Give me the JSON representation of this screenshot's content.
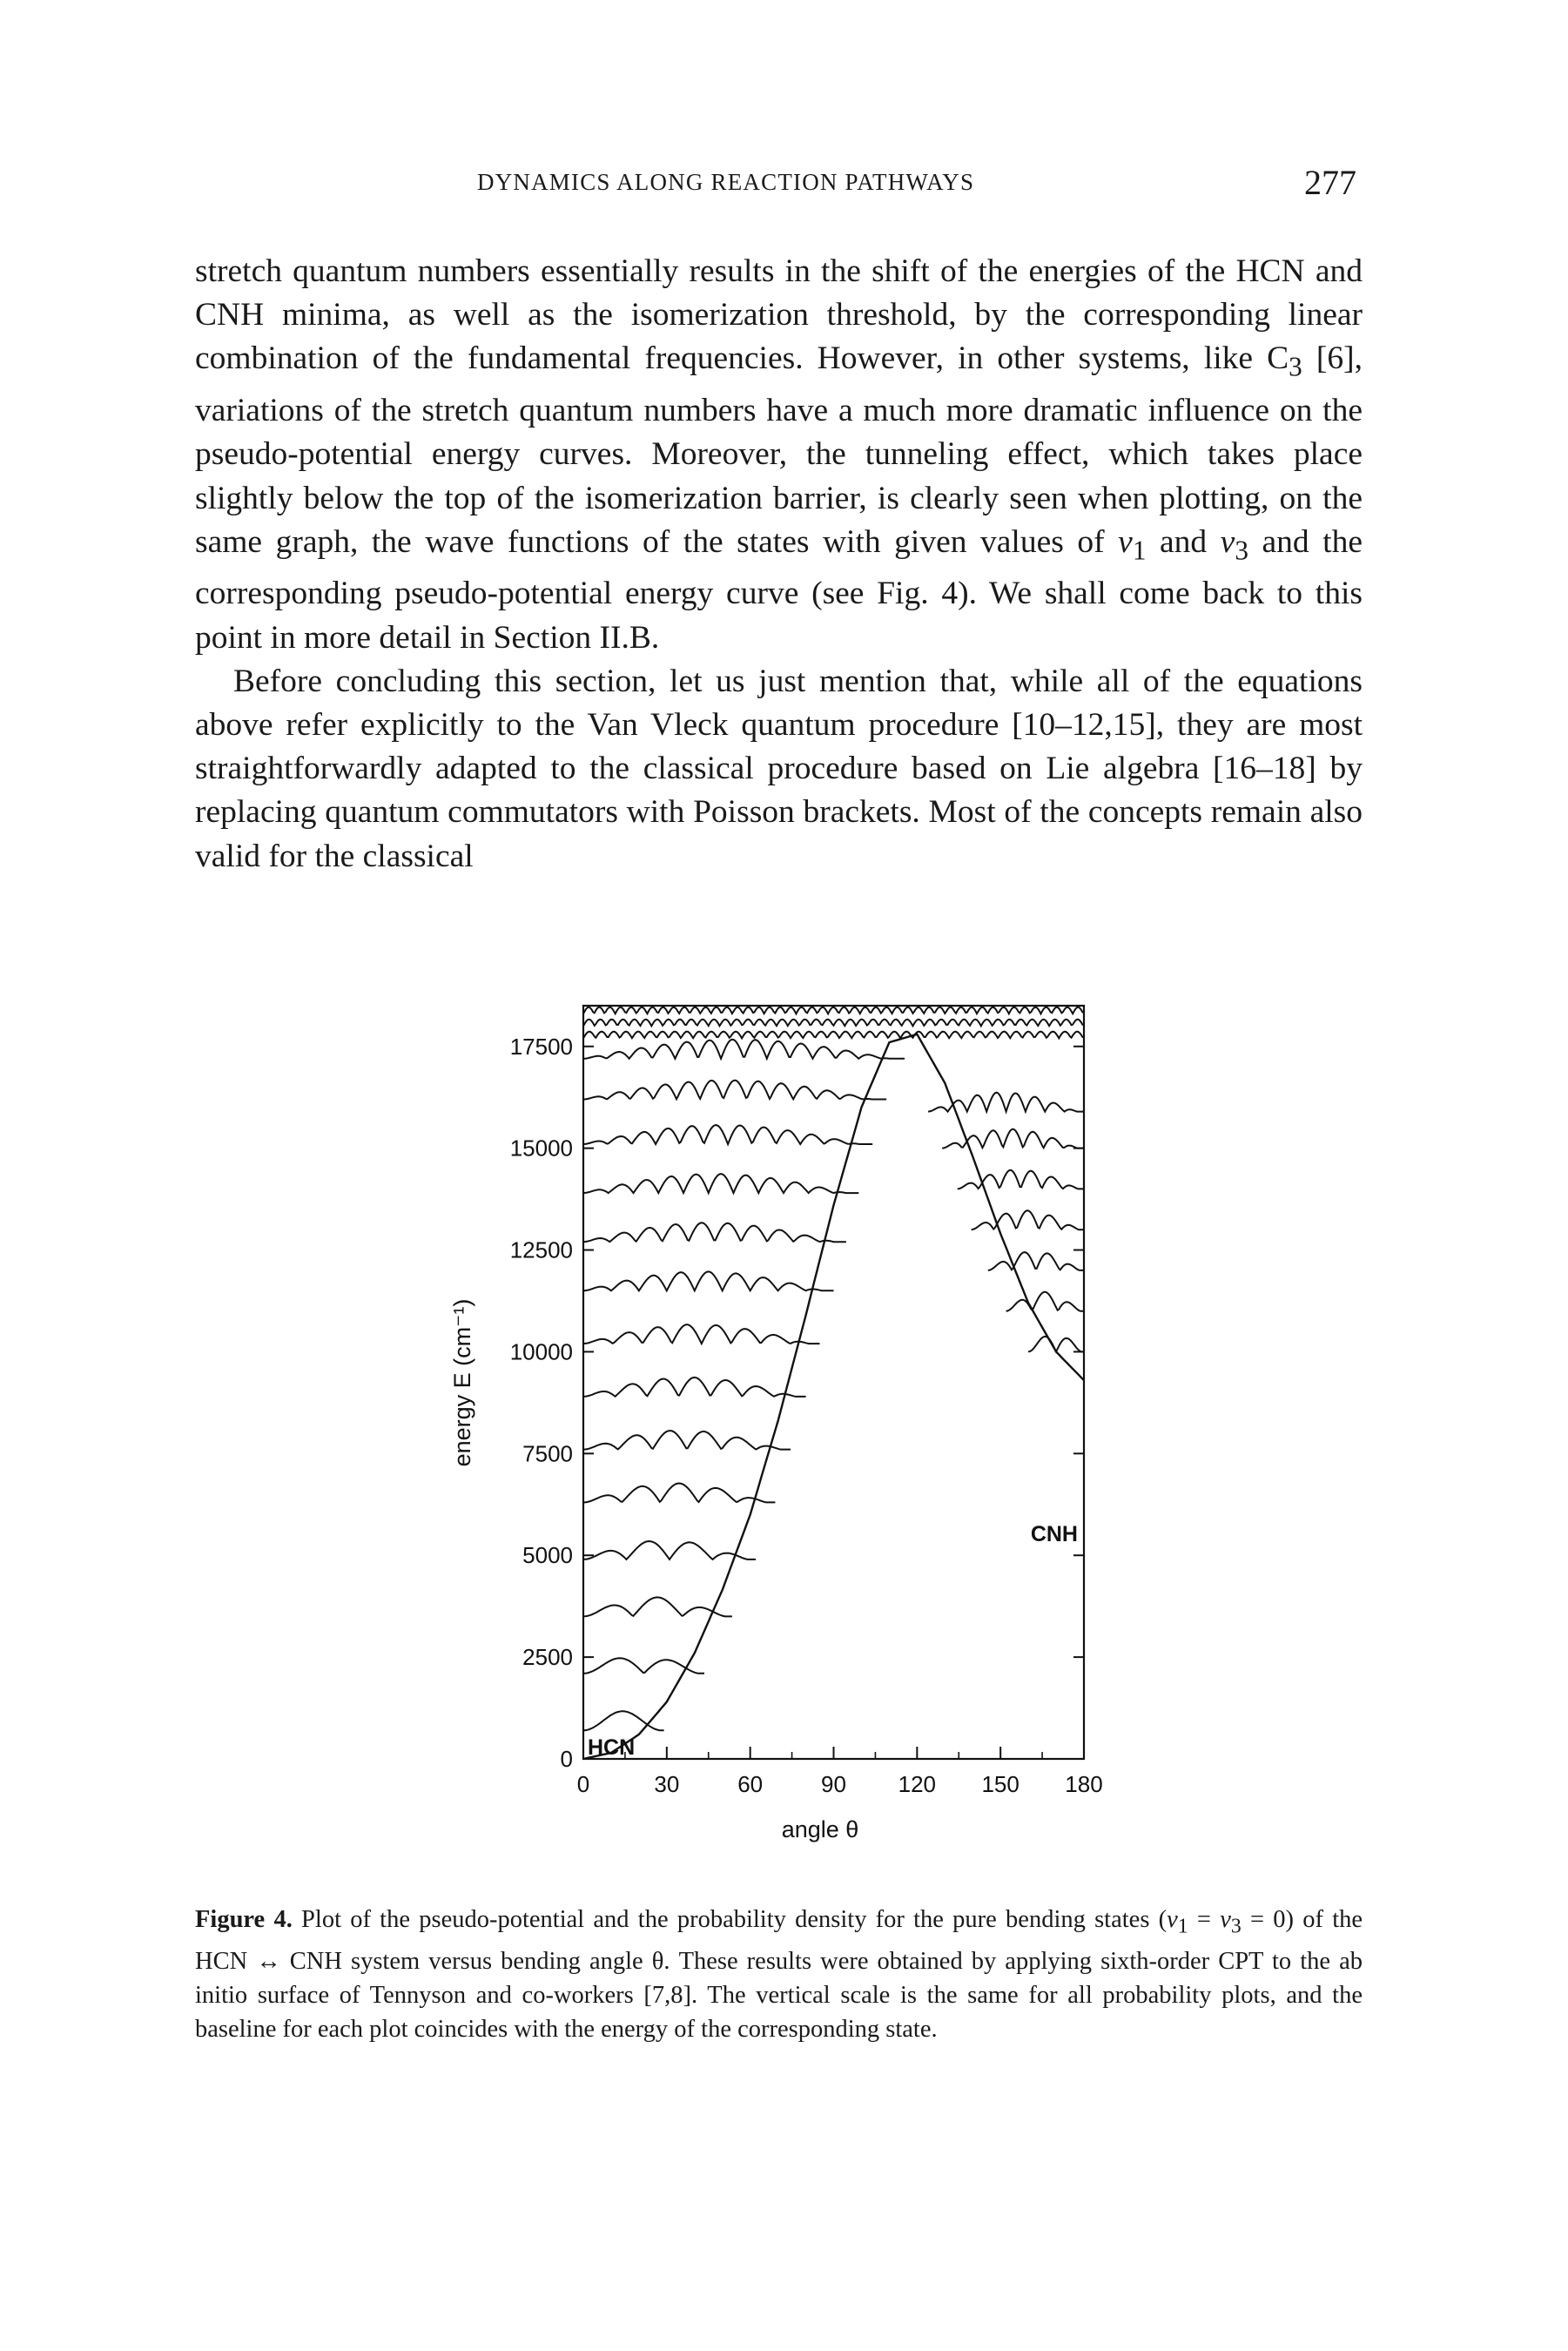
{
  "header": {
    "running_title": "DYNAMICS ALONG REACTION PATHWAYS",
    "page_number": "277"
  },
  "body": {
    "p1_a": "stretch quantum numbers essentially results in the shift of the energies of the HCN and CNH minima, as well as the isomerization threshold, by the corresponding linear combination of the fundamental frequencies. However, in other systems, like C",
    "p1_sub": "3",
    "p1_b": " [6], variations of the stretch quantum numbers have a much more dramatic influence on the pseudo-potential energy curves. Moreover, the tunneling effect, which takes place slightly below the top of the isomerization barrier, is clearly seen when plotting, on the same graph, the wave functions of the states with given values of ",
    "p1_v": "v",
    "p1_v1": "1",
    "p1_and": " and ",
    "p1_v3": "3",
    "p1_c": " and the corresponding pseudo-potential energy curve (see Fig. 4). We shall come back to this point in more detail in Section II.B.",
    "p2": "Before concluding this section, let us just mention that, while all of the equations above refer explicitly to the Van Vleck quantum procedure [10–12,15], they are most straightforwardly adapted to the classical procedure based on Lie algebra [16–18] by replacing quantum commutators with Poisson brackets. Most of the concepts remain also valid for the classical"
  },
  "chart_data": {
    "type": "line",
    "xlabel": "angle θ",
    "ylabel": "energy E (cm⁻¹)",
    "xlim": [
      0,
      180
    ],
    "ylim": [
      0,
      18500
    ],
    "x_ticks": [
      0,
      30,
      60,
      90,
      120,
      150,
      180
    ],
    "x_tick_labels": [
      "0",
      "30",
      "60",
      "90",
      "120",
      "150",
      "180"
    ],
    "y_ticks": [
      0,
      2500,
      5000,
      7500,
      10000,
      12500,
      15000,
      17500
    ],
    "y_tick_labels": [
      "0",
      "2500",
      "5000",
      "7500",
      "10000",
      "12500",
      "15000",
      "17500"
    ],
    "annotations": [
      "HCN",
      "CNH"
    ],
    "potential_curve": {
      "x": [
        0,
        10,
        20,
        30,
        40,
        50,
        60,
        70,
        80,
        90,
        100,
        110,
        120,
        130,
        140,
        150,
        160,
        170,
        180
      ],
      "y": [
        0,
        150,
        600,
        1400,
        2600,
        4150,
        6000,
        8300,
        10900,
        13600,
        16000,
        17600,
        17800,
        16600,
        14800,
        12900,
        11200,
        10000,
        9300
      ]
    },
    "hcn_state_energies": [
      700,
      2100,
      3500,
      4900,
      6300,
      7600,
      8900,
      10200,
      11500,
      12700,
      13900,
      15100,
      16200,
      17200
    ],
    "cnh_state_energies": [
      10000,
      11000,
      12000,
      13000,
      14000,
      15000,
      15900
    ],
    "above_barrier_state_energies": [
      17700,
      18000,
      18300
    ]
  },
  "caption": {
    "label": "Figure 4.",
    "text_a": " Plot of the pseudo-potential and the probability density for the pure bending states (",
    "v": "v",
    "v1_sub": "1",
    "eq": " = ",
    "v3_sub": "3",
    "text_b": " = 0) of the HCN ↔ CNH system versus bending angle θ. These results were obtained by applying sixth-order CPT to the ab initio surface of Tennyson and co-workers [7,8]. The vertical scale is the same for all probability plots, and the baseline for each plot coincides with the energy of the corresponding state."
  }
}
